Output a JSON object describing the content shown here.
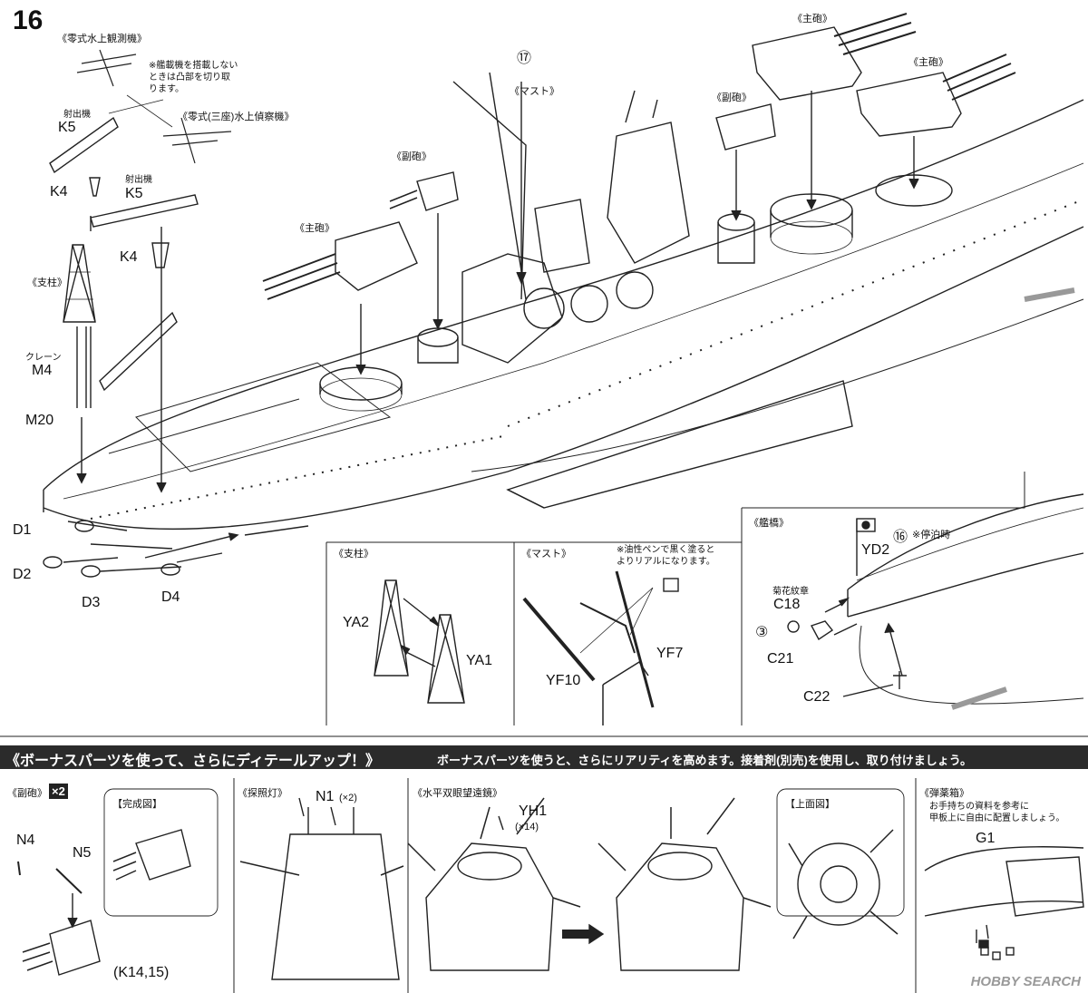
{
  "step": {
    "number": "16"
  },
  "main": {
    "floatplane_zero": "《零式水上観測機》",
    "note_no_aircraft": [
      "※艦載機を搭載しない",
      "ときは凸部を切り取",
      "ります。"
    ],
    "catapult_1": "射出機",
    "k5_a": "K5",
    "recon_plane": "《零式(三座)水上偵察機》",
    "k4_a": "K4",
    "catapult_2": "射出機",
    "k5_b": "K5",
    "k4_b": "K4",
    "strut": "《支柱》",
    "crane": "クレーン",
    "m4": "M4",
    "m20": "M20",
    "main_gun_1": "《主砲》",
    "secondary_1": "《副砲》",
    "mast": "《マスト》",
    "circle_17": "⑰",
    "secondary_2": "《副砲》",
    "main_gun_2": "《主砲》",
    "main_gun_3": "《主砲》",
    "d1": "D1",
    "d2": "D2",
    "d3": "D3",
    "d4": "D4"
  },
  "inset_strut": {
    "title": "《支柱》",
    "ya2": "YA2",
    "ya1": "YA1"
  },
  "inset_mast": {
    "title": "《マスト》",
    "note": [
      "※油性ペンで黒く塗ると",
      "よりリアルになります。"
    ],
    "yf10": "YF10",
    "yf7": "YF7"
  },
  "inset_bridge": {
    "title": "《艦橋》",
    "circle_16": "⑯",
    "anchored": "※停泊時",
    "yd2": "YD2",
    "chrysanthemum": "菊花紋章",
    "c18": "C18",
    "circle_3": "③",
    "c21": "C21",
    "c22": "C22"
  },
  "banner": {
    "headline": "《ボーナスパーツを使って、さらにディテールアップ！》",
    "text": "ボーナスパーツを使うと、さらにリアリティを高めます。接着剤(別売)を使用し、取り付けましょう。"
  },
  "bonus": {
    "secondary_gun": "《副砲》",
    "times2": "×2",
    "finished": "【完成図】",
    "n4": "N4",
    "n5": "N5",
    "k14_15": "(K14,15)",
    "searchlight": "《探照灯》",
    "n1": "N1",
    "n1_qty": "(×2)",
    "binocular": "《水平双眼望遠鏡》",
    "yh1": "YH1",
    "yh1_qty": "(×14)",
    "top_view": "【上面図】",
    "ammo_box": "《弾薬箱》",
    "ammo_note": [
      "お手持ちの資料を参考に",
      "甲板上に自由に配置しましょう。"
    ],
    "g1": "G1"
  },
  "watermark": "HOBBY SEARCH"
}
